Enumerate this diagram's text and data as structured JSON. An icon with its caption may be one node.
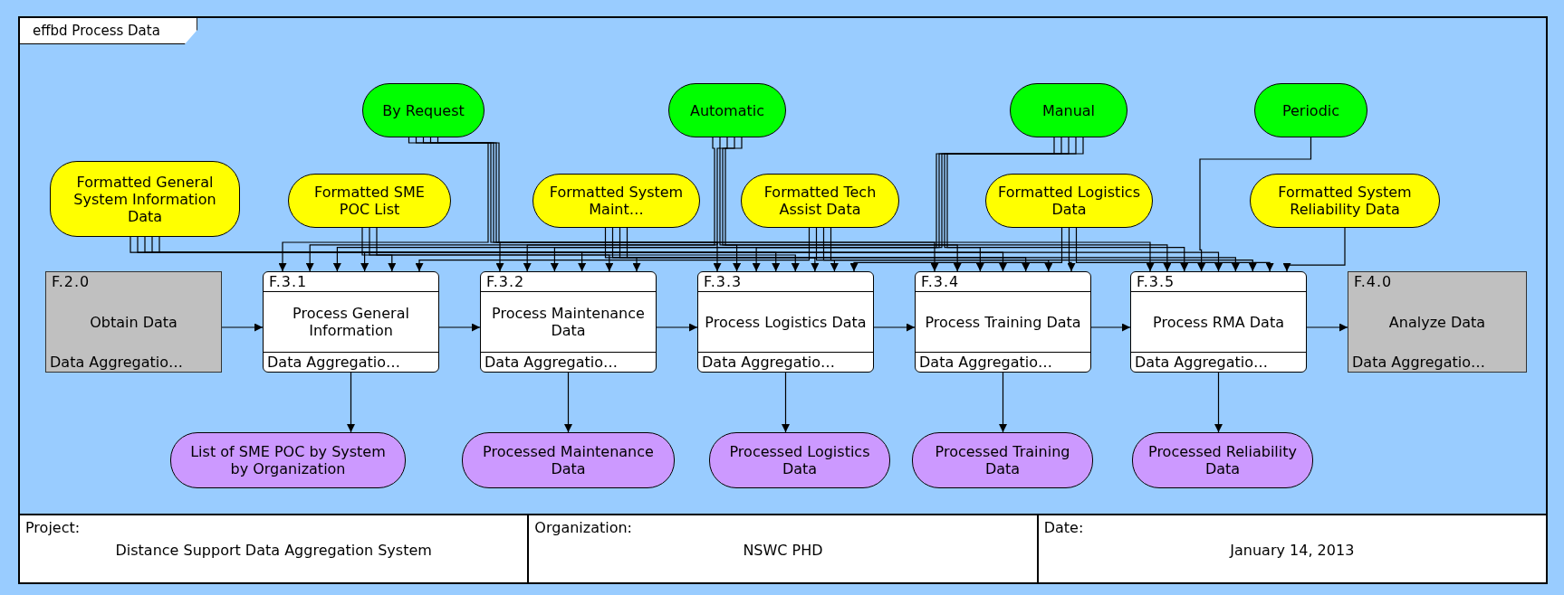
{
  "diagram": {
    "title": "effbd Process Data",
    "nodes": [
      {
        "text": [
          "By Request"
        ]
      },
      {
        "text": [
          "Automatic"
        ]
      },
      {
        "text": [
          "Manual"
        ]
      },
      {
        "text": [
          "Periodic"
        ]
      },
      {
        "text": [
          "Formatted General System Information Data"
        ]
      },
      {
        "text": [
          "Formatted SME POC List"
        ]
      },
      {
        "text": [
          "Formatted System Maint…"
        ]
      },
      {
        "text": [
          "Formatted Tech Assist Data"
        ]
      },
      {
        "text": [
          "Formatted Logistics Data"
        ]
      },
      {
        "text": [
          "Formatted System Reliability Data"
        ]
      },
      {
        "text": [
          "F.2.0",
          "Obtain Data",
          "Data Aggregatio…"
        ]
      },
      {
        "text": [
          "F.3.1",
          "Process General Information",
          "Data Aggregatio…"
        ]
      },
      {
        "text": [
          "F.3.2",
          "Process Maintenance Data",
          "Data Aggregatio…"
        ]
      },
      {
        "text": [
          "F.3.3",
          "Process Logistics Data",
          "Data Aggregatio…"
        ]
      },
      {
        "text": [
          "F.3.4",
          "Process Training Data",
          "Data Aggregatio…"
        ]
      },
      {
        "text": [
          "F.3.5",
          "Process RMA Data",
          "Data Aggregatio…"
        ]
      },
      {
        "text": [
          "F.4.0",
          "Analyze Data",
          "Data Aggregatio…"
        ]
      },
      {
        "text": [
          "List of SME POC by System by Organization"
        ]
      },
      {
        "text": [
          "Processed Maintenance Data"
        ]
      },
      {
        "text": [
          "Processed Logistics Data"
        ]
      },
      {
        "text": [
          "Processed Training Data"
        ]
      },
      {
        "text": [
          "Processed Reliability Data"
        ]
      }
    ],
    "edges": [
      {
        "from": 10,
        "to": 11,
        "arrow": "to"
      },
      {
        "from": 11,
        "to": 12,
        "arrow": "to"
      },
      {
        "from": 12,
        "to": 13,
        "arrow": "to"
      },
      {
        "from": 13,
        "to": 14,
        "arrow": "to"
      },
      {
        "from": 14,
        "to": 15,
        "arrow": "to"
      },
      {
        "from": 15,
        "to": 16,
        "arrow": "to"
      },
      {
        "from": 11,
        "to": 17,
        "arrow": "to"
      },
      {
        "from": 12,
        "to": 18,
        "arrow": "to"
      },
      {
        "from": 13,
        "to": 19,
        "arrow": "to"
      },
      {
        "from": 14,
        "to": 20,
        "arrow": "to"
      },
      {
        "from": 15,
        "to": 21,
        "arrow": "to"
      },
      {
        "from": 0,
        "to": 11,
        "arrow": "to"
      },
      {
        "from": 0,
        "to": 12,
        "arrow": "to"
      },
      {
        "from": 0,
        "to": 13,
        "arrow": "to"
      },
      {
        "from": 0,
        "to": 14,
        "arrow": "to"
      },
      {
        "from": 0,
        "to": 15,
        "arrow": "to"
      },
      {
        "from": 1,
        "to": 11,
        "arrow": "to"
      },
      {
        "from": 1,
        "to": 12,
        "arrow": "to"
      },
      {
        "from": 1,
        "to": 13,
        "arrow": "to"
      },
      {
        "from": 1,
        "to": 14,
        "arrow": "to"
      },
      {
        "from": 1,
        "to": 15,
        "arrow": "to"
      },
      {
        "from": 2,
        "to": 11,
        "arrow": "to"
      },
      {
        "from": 2,
        "to": 12,
        "arrow": "to"
      },
      {
        "from": 2,
        "to": 13,
        "arrow": "to"
      },
      {
        "from": 2,
        "to": 14,
        "arrow": "to"
      },
      {
        "from": 2,
        "to": 15,
        "arrow": "to"
      },
      {
        "from": 3,
        "to": 15,
        "arrow": "to"
      },
      {
        "from": 4,
        "to": 11,
        "arrow": "to"
      },
      {
        "from": 4,
        "to": 12,
        "arrow": "to"
      },
      {
        "from": 4,
        "to": 13,
        "arrow": "to"
      },
      {
        "from": 4,
        "to": 14,
        "arrow": "to"
      },
      {
        "from": 4,
        "to": 15,
        "arrow": "to"
      },
      {
        "from": 5,
        "to": 11,
        "arrow": "to"
      },
      {
        "from": 5,
        "to": 12,
        "arrow": "to"
      },
      {
        "from": 5,
        "to": 13,
        "arrow": "to"
      },
      {
        "from": 6,
        "to": 12,
        "arrow": "to"
      },
      {
        "from": 6,
        "to": 13,
        "arrow": "to"
      },
      {
        "from": 6,
        "to": 14,
        "arrow": "to"
      },
      {
        "from": 6,
        "to": 15,
        "arrow": "to"
      },
      {
        "from": 7,
        "to": 11,
        "arrow": "to"
      },
      {
        "from": 7,
        "to": 13,
        "arrow": "to"
      },
      {
        "from": 7,
        "to": 14,
        "arrow": "to"
      },
      {
        "from": 7,
        "to": 15,
        "arrow": "to"
      },
      {
        "from": 8,
        "to": 13,
        "arrow": "to"
      },
      {
        "from": 8,
        "to": 14,
        "arrow": "to"
      },
      {
        "from": 8,
        "to": 15,
        "arrow": "to"
      },
      {
        "from": 9,
        "to": 15,
        "arrow": "to"
      }
    ],
    "labels": [
      "Project:",
      "Distance Support Data Aggregation System",
      "Organization:",
      "NSWC PHD",
      "Date:",
      "January 14, 2013"
    ]
  }
}
